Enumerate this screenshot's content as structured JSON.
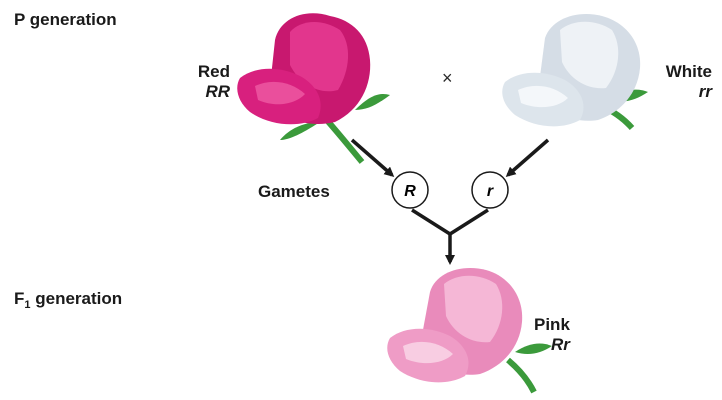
{
  "labels": {
    "p_generation": "P generation",
    "f1_prefix": "F",
    "f1_subscript": "1",
    "f1_suffix": " generation",
    "gametes": "Gametes",
    "cross_symbol": "×"
  },
  "parents": {
    "red": {
      "phenotype": "Red",
      "genotype": "RR",
      "color": "#d8207e"
    },
    "white": {
      "phenotype": "White",
      "genotype": "rr",
      "color": "#dde5ec"
    }
  },
  "gametes": [
    {
      "allele": "R"
    },
    {
      "allele": "r"
    }
  ],
  "offspring": {
    "phenotype": "Pink",
    "genotype": "Rr",
    "color": "#ef9cc6"
  },
  "colors": {
    "stem": "#3b9a3b",
    "arrow": "#1a1a1a"
  }
}
